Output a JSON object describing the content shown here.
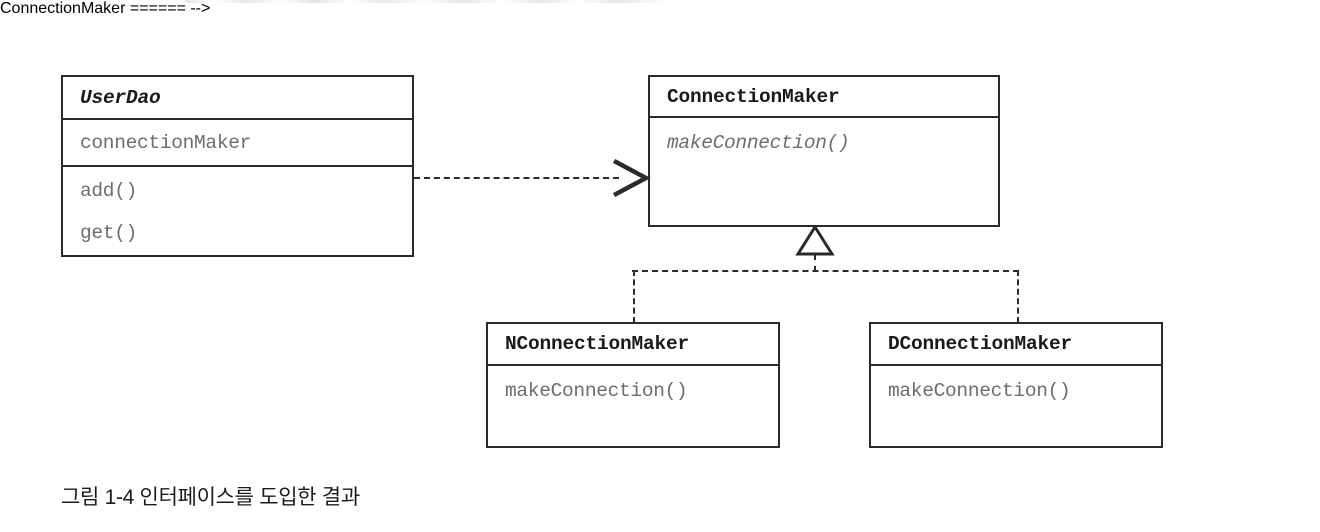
{
  "diagram": {
    "type": "uml-class-diagram",
    "caption": "그림 1-4 인터페이스를 도입한 결과",
    "classes": [
      {
        "id": "user-dao",
        "name": "UserDao",
        "stereotype": "abstract",
        "fields": [
          "connectionMaker"
        ],
        "methods": [
          "add()",
          "get()"
        ]
      },
      {
        "id": "connection-maker",
        "name": "ConnectionMaker",
        "stereotype": "interface",
        "fields": [],
        "methods": [
          "makeConnection()"
        ]
      },
      {
        "id": "n-connection-maker",
        "name": "NConnectionMaker",
        "stereotype": "class",
        "fields": [],
        "methods": [
          "makeConnection()"
        ]
      },
      {
        "id": "d-connection-maker",
        "name": "DConnectionMaker",
        "stereotype": "class",
        "fields": [],
        "methods": [
          "makeConnection()"
        ]
      }
    ],
    "relations": [
      {
        "id": "dependency",
        "from": "user-dao",
        "to": "connection-maker",
        "kind": "dependency",
        "style": "dashed-open-arrow"
      },
      {
        "id": "realization-n",
        "from": "n-connection-maker",
        "to": "connection-maker",
        "kind": "realization",
        "style": "dashed-hollow-triangle"
      },
      {
        "id": "realization-d",
        "from": "d-connection-maker",
        "to": "connection-maker",
        "kind": "realization",
        "style": "dashed-hollow-triangle"
      }
    ],
    "colors": {
      "stroke": "#2a2a2a",
      "title_text": "#1a1a1a",
      "member_text": "#6d6d6d",
      "background": "#ffffff",
      "caption_text": "#1c1c1c"
    }
  }
}
